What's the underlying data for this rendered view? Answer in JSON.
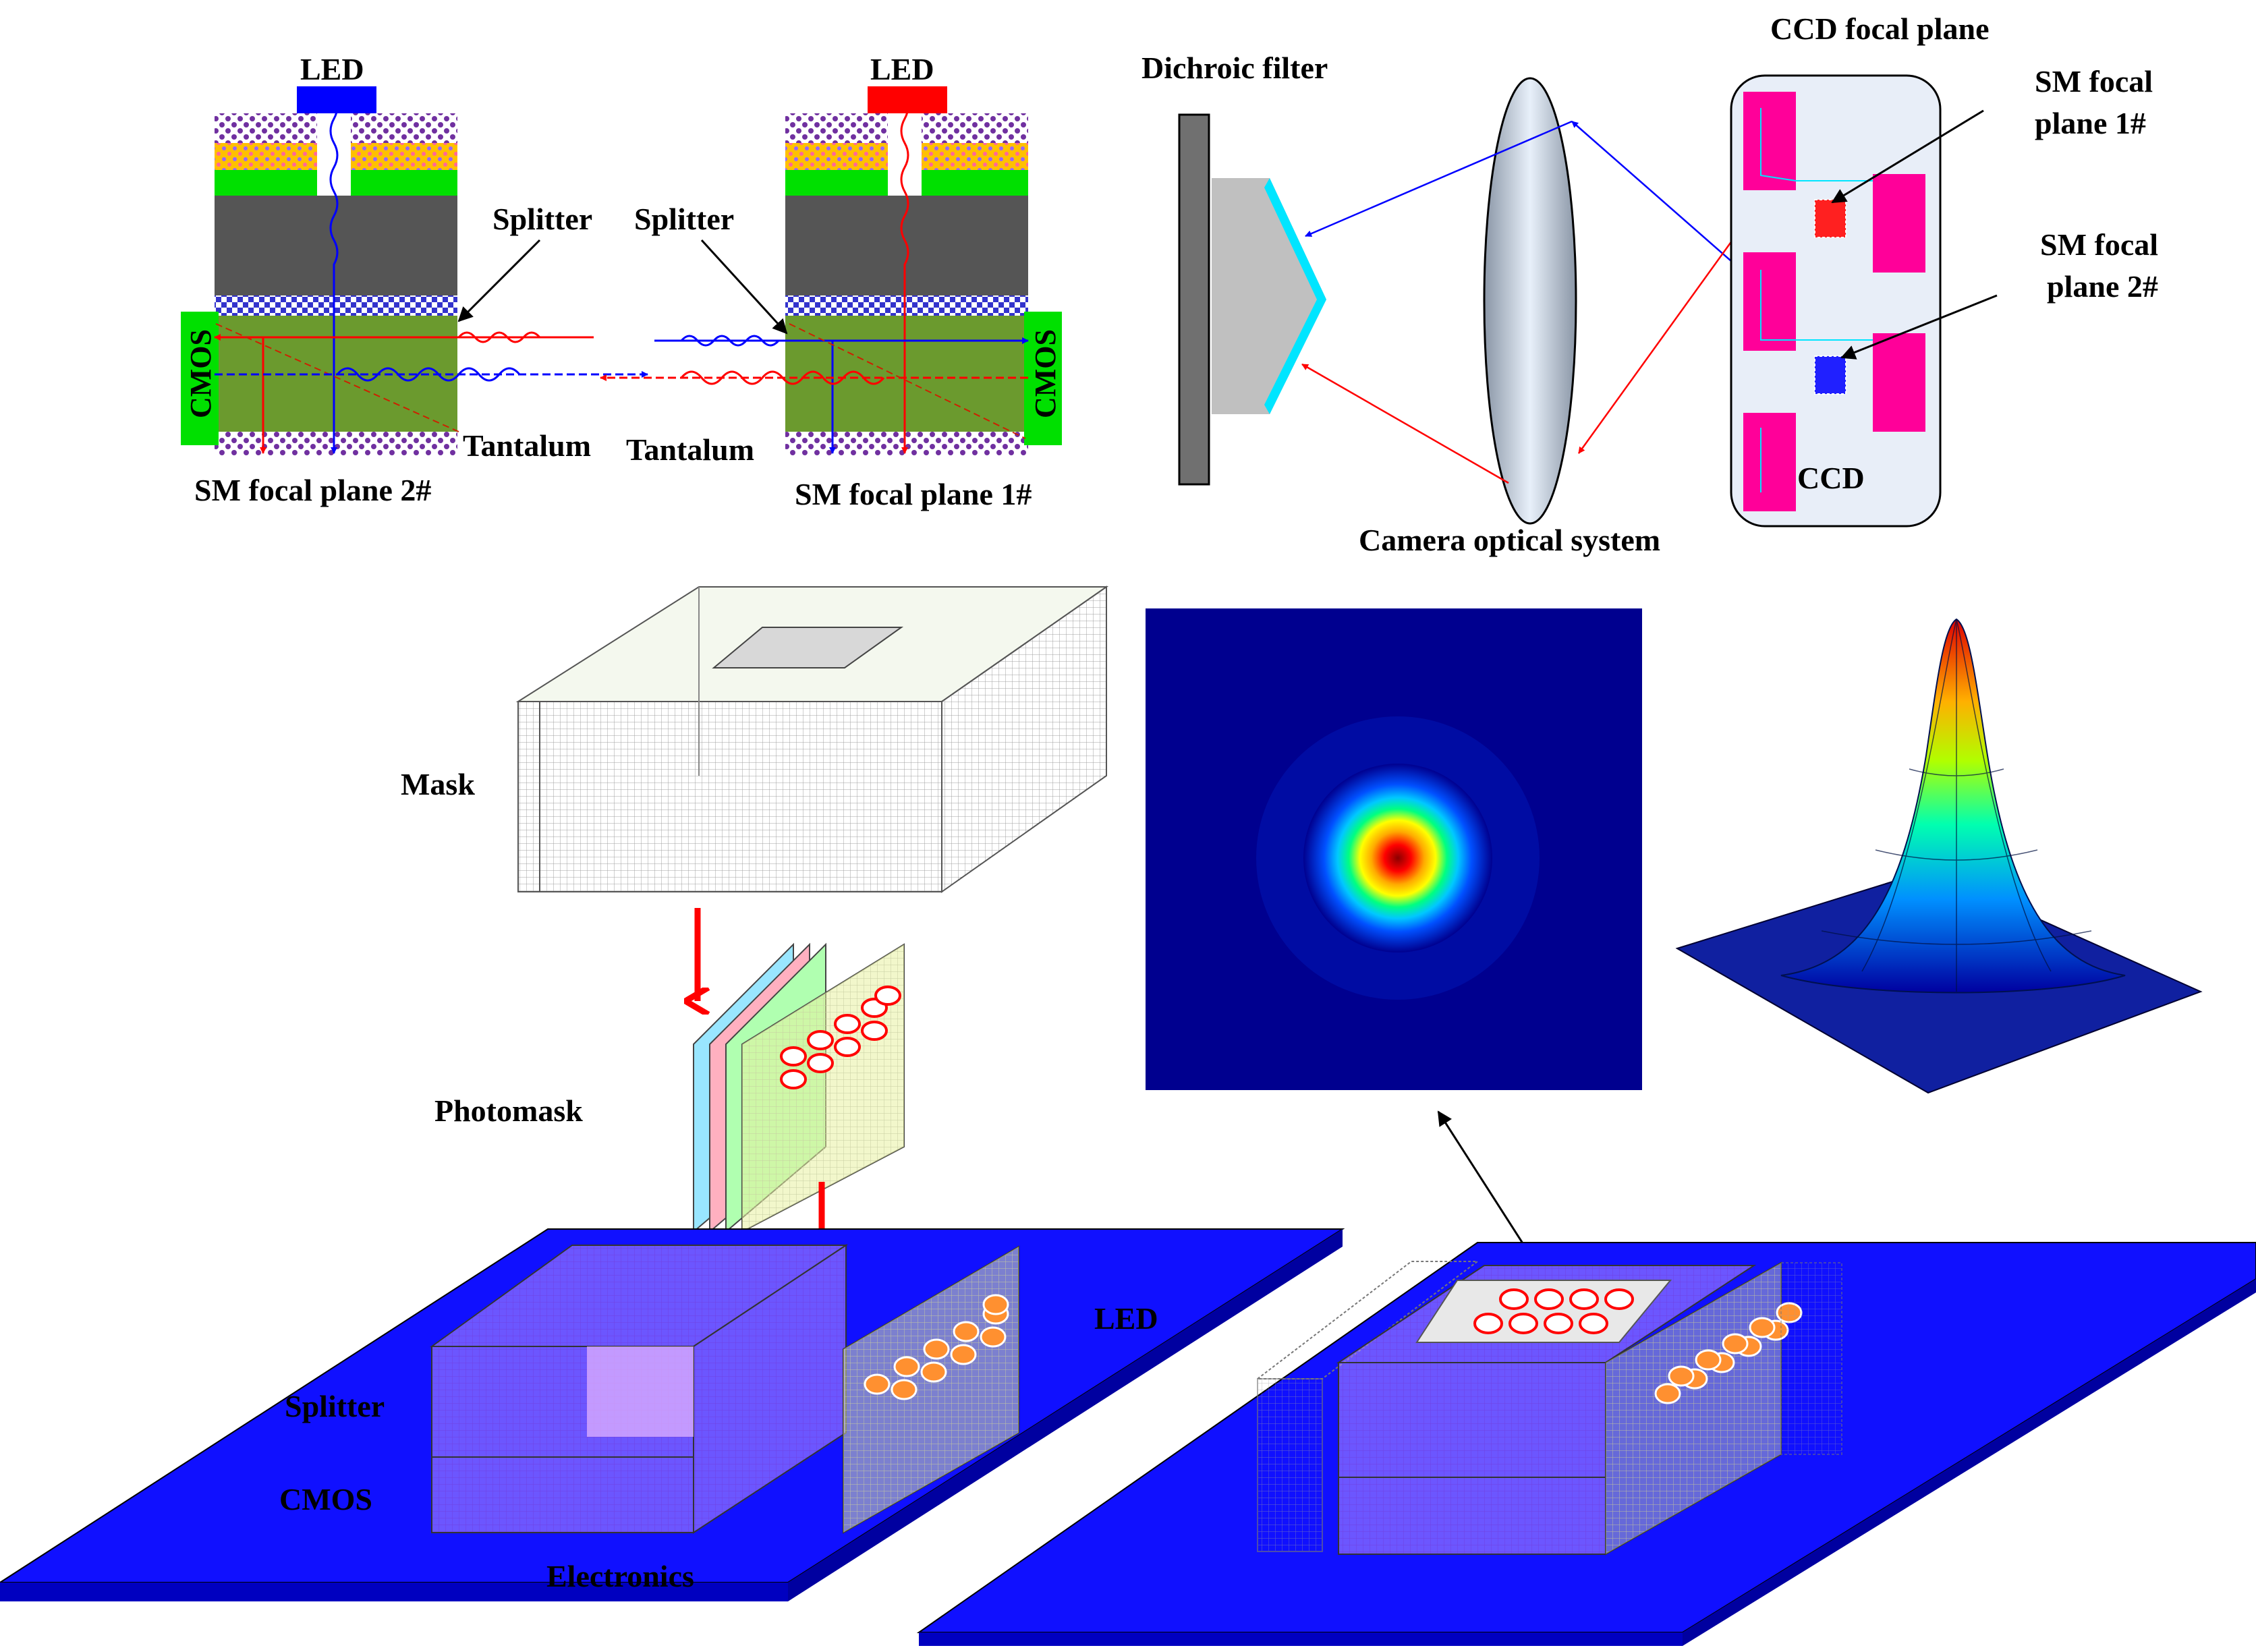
{
  "colors": {
    "led_blue": "#0000ff",
    "led_red": "#ff0000",
    "green": "#00e000",
    "cyan": "#00e5ff",
    "magenta": "#ff0099",
    "board_blue": "#1010ff",
    "dark_gray": "#555555",
    "olive": "#6b9a2e"
  },
  "top_left": {
    "led_left": "LED",
    "led_right": "LED",
    "splitter_left": "Splitter",
    "splitter_right": "Splitter",
    "cmos_left": "CMOS",
    "cmos_right": "CMOS",
    "tantalum_left": "Tantalum",
    "tantalum_right": "Tantalum",
    "sm_plane_left": "SM focal plane 2#",
    "sm_plane_right": "SM focal plane 1#"
  },
  "top_right": {
    "dichroic": "Dichroic filter",
    "ccd_plane": "CCD focal plane",
    "sm1_line1": "SM focal",
    "sm1_line2": "plane 1#",
    "sm2_line1": "SM focal",
    "sm2_line2": "plane 2#",
    "ccd": "CCD",
    "camera": "Camera optical system"
  },
  "bottom_left": {
    "mask": "Mask",
    "photomask": "Photomask",
    "led": "LED",
    "splitter": "Splitter",
    "cmos": "CMOS",
    "electronics": "Electronics"
  }
}
